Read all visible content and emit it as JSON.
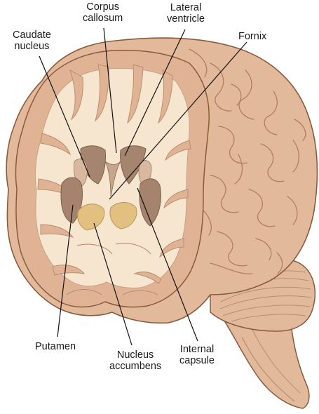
{
  "labels": {
    "corpus_callosum": [
      "Corpus",
      "callosum"
    ],
    "lateral_ventricle": [
      "Lateral",
      "ventricle"
    ],
    "caudate_nucleus": [
      "Caudate",
      "nucleus"
    ],
    "fornix": [
      "Fornix"
    ],
    "putamen": [
      "Putamen"
    ],
    "nucleus_accumbens": [
      "Nucleus",
      "accumbens"
    ],
    "internal_capsule": [
      "Internal",
      "capsule"
    ]
  },
  "colors": {
    "brain_surface": "#e3b99b",
    "brain_outline": "#8a5a3e",
    "white_matter": "#f7e6cf",
    "ventricle": "#a68570",
    "putamen": "#a6836c",
    "accumbens": "#e2c07f",
    "leader_line": "#111111"
  }
}
